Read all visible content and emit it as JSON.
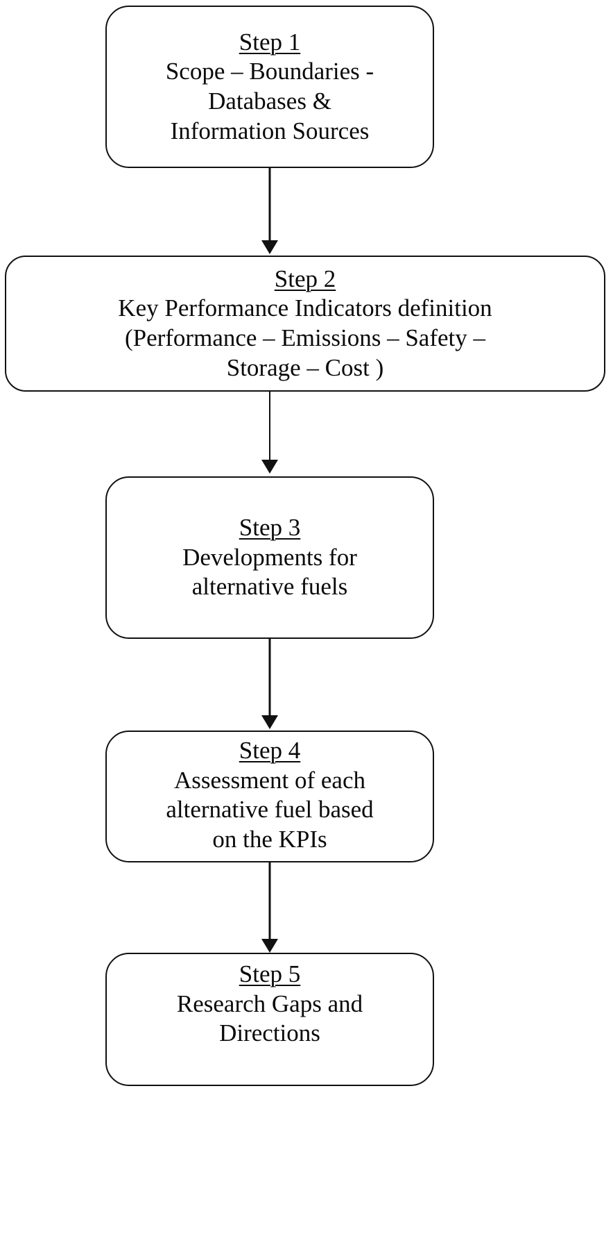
{
  "diagram": {
    "type": "flowchart",
    "orientation": "top-to-bottom",
    "background_color": "#ffffff",
    "line_color": "#111111",
    "text_color": "#0a0a0a",
    "nodes": [
      {
        "id": "step-1",
        "title": "Step 1",
        "lines": [
          "Scope – Boundaries -",
          "Databases &",
          "Information Sources"
        ]
      },
      {
        "id": "step-2",
        "title": "Step 2",
        "lines": [
          "Key Performance Indicators definition",
          "(Performance – Emissions – Safety –",
          "Storage – Cost )"
        ]
      },
      {
        "id": "step-3",
        "title": "Step 3",
        "lines": [
          "Developments for",
          "alternative fuels"
        ]
      },
      {
        "id": "step-4",
        "title": "Step 4",
        "lines": [
          "Assessment of each",
          "alternative fuel based",
          "on the KPIs"
        ]
      },
      {
        "id": "step-5",
        "title": "Step 5",
        "lines": [
          "Research Gaps and",
          "Directions"
        ]
      }
    ],
    "edges": [
      {
        "id": "edge-1-2",
        "from": "step-1",
        "to": "step-2",
        "arrowhead": "solid-triangle"
      },
      {
        "id": "edge-2-3",
        "from": "step-2",
        "to": "step-3",
        "arrowhead": "solid-triangle"
      },
      {
        "id": "edge-3-4",
        "from": "step-3",
        "to": "step-4",
        "arrowhead": "solid-triangle"
      },
      {
        "id": "edge-4-5",
        "from": "step-4",
        "to": "step-5",
        "arrowhead": "solid-triangle"
      }
    ]
  }
}
